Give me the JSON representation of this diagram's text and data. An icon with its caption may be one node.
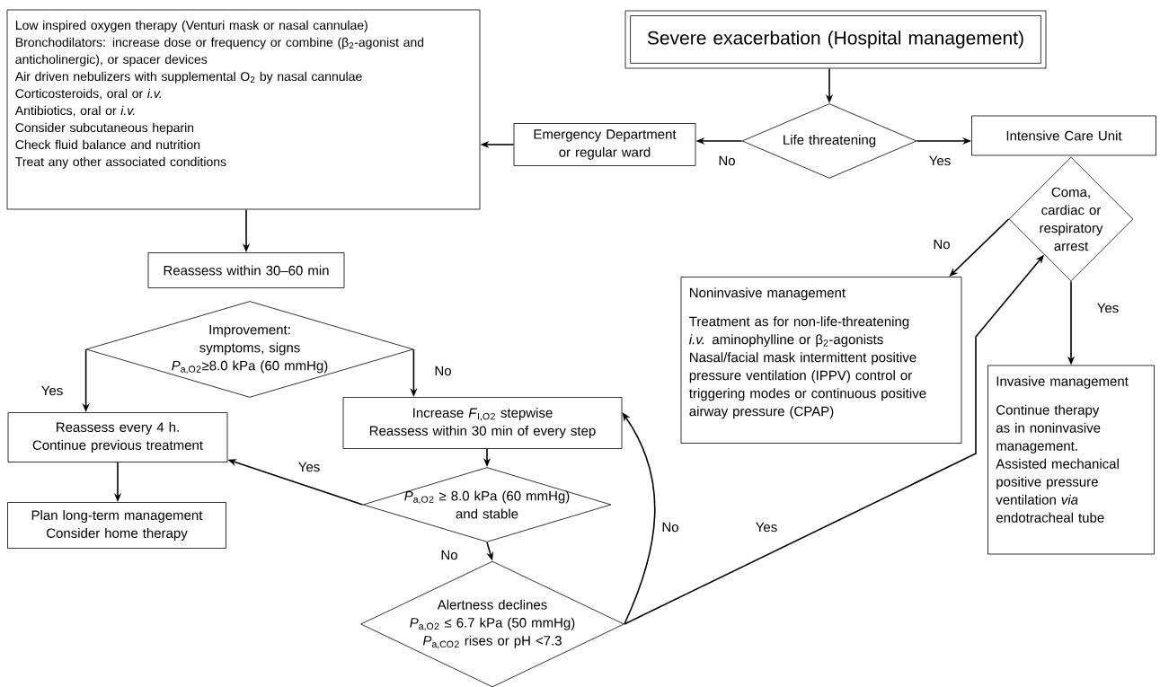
{
  "diagram": {
    "nodes": [
      {
        "text": [
          "Severe exacerbation (Hospital management)"
        ]
      },
      {
        "text": [
          "Life threatening"
        ]
      },
      {
        "text": [
          "Emergency Department or regular ward"
        ]
      },
      {
        "text": [
          "Intensive Care Unit"
        ]
      },
      {
        "text": [
          "Low inspired oxygen therapy (Venturi mask or nasal cannulae)",
          "Bronchodilators: increase dose or frequency or combine (β$_{2}$-agonist and anticholinergic), or spacer devices",
          "Air driven nebulizers with supplemental O$_{2}$ by nasal cannulae",
          "Corticosteroids, oral or *i.v.*",
          "Antibiotics, oral or *i.v.*",
          "Consider subcutaneous heparin",
          "Check fluid balance and nutrition",
          "Treat any other associated conditions"
        ]
      },
      {
        "text": [
          "Coma, cardiac or respiratory arrest"
        ]
      },
      {
        "text": [
          "Reassess within 30–60 min"
        ]
      },
      {
        "text": [
          "Improvement:",
          "symptoms, signs",
          "*P*$_{a,O}$$_{2}$≥8.0 kPa (60 mmHg)"
        ]
      },
      {
        "text": [
          "Noninvasive management",
          "Treatment as for non-life-threatening",
          "*i.v.* aminophylline or β$_{2}$-agonists",
          "Nasal/facial mask intermittent positive pressure ventilation (IPPV) control or triggering modes or continuous positive airway pressure (CPAP)"
        ]
      },
      {
        "text": [
          "Reassess every 4 h.",
          "Continue previous treatment"
        ]
      },
      {
        "text": [
          "Increase *F*$_{I,O}$$_{2}$ stepwise",
          "Reassess within 30 min of every step"
        ]
      },
      {
        "text": [
          "Invasive management",
          "Continue therapy as in noninvasive management.",
          "Assisted mechanical positive pressure ventilation *via* endotracheal tube"
        ]
      },
      {
        "text": [
          "*P*$_{a,O}$$_{2}$ ≥ 8.0 kPa (60 mmHg)",
          "and stable"
        ]
      },
      {
        "text": [
          "Plan long-term management",
          "Consider home therapy"
        ]
      },
      {
        "text": [
          "Alertness declines",
          "*P*$_{a,O}$$_{2}$ ≤ 6.7 kPa (50 mmHg)",
          "*P*$_{a,CO}$$_{2}$ rises or pH <7.3"
        ]
      }
    ],
    "edges": [
      {
        "from": 0,
        "to": 1,
        "arrow": "to"
      },
      {
        "from": 1,
        "to": 2,
        "arrow": "to",
        "label": "No"
      },
      {
        "from": 1,
        "to": 3,
        "arrow": "to",
        "label": "Yes"
      },
      {
        "from": 2,
        "to": 4,
        "arrow": "to"
      },
      {
        "from": 4,
        "to": 6,
        "arrow": "to"
      },
      {
        "from": 7,
        "to": 9,
        "arrow": "to",
        "label": "Yes"
      },
      {
        "from": 7,
        "to": 10,
        "arrow": "to",
        "label": "No"
      },
      {
        "from": 9,
        "to": 13,
        "arrow": "to"
      },
      {
        "from": 10,
        "to": 12,
        "arrow": "to"
      },
      {
        "from": 12,
        "to": 9,
        "arrow": "to",
        "label": "Yes"
      },
      {
        "from": 12,
        "to": 14,
        "arrow": "to",
        "label": "No"
      },
      {
        "from": 14,
        "to": 10,
        "arrow": "to",
        "label": "No"
      },
      {
        "from": 14,
        "to": 5,
        "arrow": "to",
        "label": "Yes"
      },
      {
        "from": 5,
        "to": 8,
        "arrow": "to",
        "label": "No"
      },
      {
        "from": 5,
        "to": 11,
        "arrow": "to",
        "label": "Yes"
      }
    ]
  }
}
